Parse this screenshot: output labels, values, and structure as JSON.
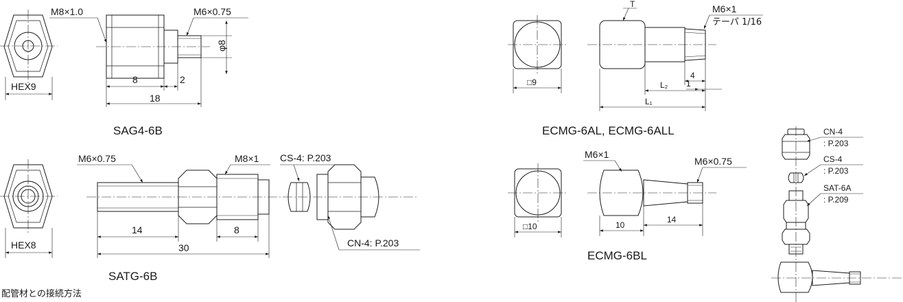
{
  "sag": {
    "thread_in": "M8×1.0",
    "thread_out": "M6×0.75",
    "hex": "HEX9",
    "dia": "φ8",
    "len_hex": "8",
    "len_thread": "2",
    "len_total": "18",
    "caption": "SAG4-6B"
  },
  "satg": {
    "thread_left": "M6×0.75",
    "thread_right": "M8×1",
    "cs_ref": "CS-4: P.203",
    "cn_ref": "CN-4: P.203",
    "hex": "HEX8",
    "len_a": "14",
    "len_b": "8",
    "len_total": "30",
    "caption": "SATG-6B"
  },
  "ecmg_a": {
    "t_label": "T",
    "thread": "M6×1",
    "taper": "テーパ 1/16",
    "square": "□9",
    "dim_1": "1",
    "dim_4": "4",
    "l2": "L₂",
    "l1": "L₁",
    "caption": "ECMG-6AL, ECMG-6ALL"
  },
  "ecmg_b": {
    "thread_in": "M6×1",
    "thread_out": "M6×0.75",
    "square": "□10",
    "len_a": "10",
    "len_b": "14",
    "caption": "ECMG-6BL"
  },
  "assembly": {
    "cn_name": "CN-4",
    "cn_page": ": P.203",
    "cs_name": "CS-4",
    "cs_page": ": P.203",
    "sat_name": "SAT-6A",
    "sat_page": ": P.209"
  },
  "footer_note": "配管材との接続方法"
}
